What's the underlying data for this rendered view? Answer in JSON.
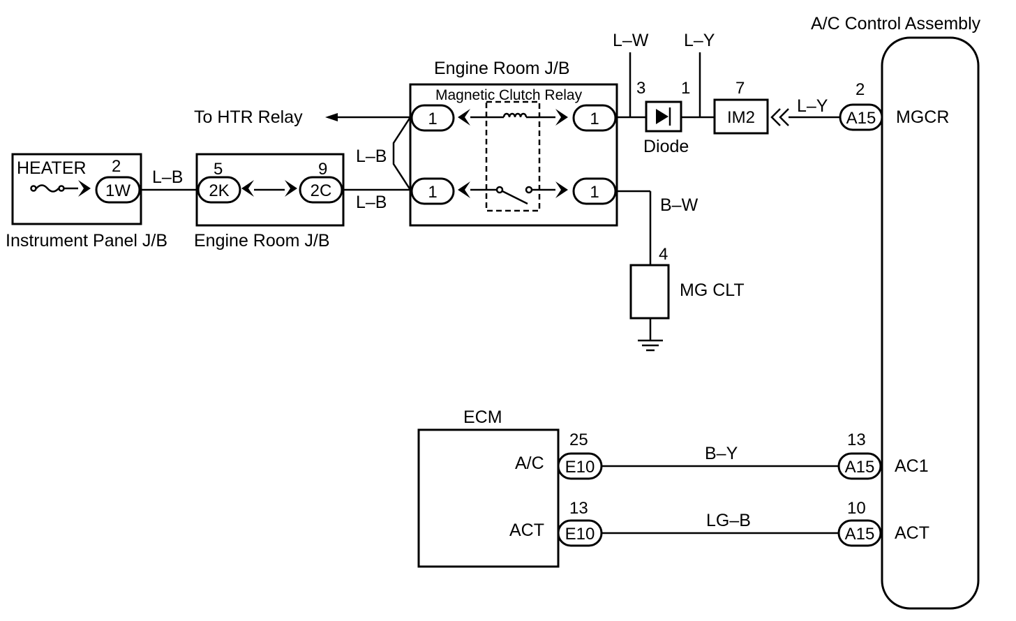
{
  "components": {
    "heater": {
      "name": "HEATER",
      "pin": "2",
      "connector": "1W"
    },
    "instrument_panel_jb": {
      "label": "Instrument Panel J/B"
    },
    "engine_room_jb_left": {
      "label": "Engine Room J/B",
      "pin_left": "5",
      "conn_left": "2K",
      "pin_right": "9",
      "conn_right": "2C"
    },
    "engine_room_jb_main": {
      "label": "Engine Room J/B",
      "relay_label": "Magnetic Clutch Relay",
      "conn_tl": "1",
      "conn_tr": "1",
      "conn_bl": "1",
      "conn_br": "1"
    },
    "to_htr_relay": "To HTR Relay",
    "diode": {
      "label": "Diode",
      "pin_left": "3",
      "pin_right": "1"
    },
    "im2": {
      "connector": "IM2",
      "pin": "7"
    },
    "mg_clt": {
      "label": "MG CLT",
      "pin": "4"
    },
    "ecm": {
      "label": "ECM",
      "ac": {
        "terminal": "A/C",
        "pin": "25",
        "connector": "E10"
      },
      "act": {
        "terminal": "ACT",
        "pin": "13",
        "connector": "E10"
      }
    },
    "ac_control": {
      "label": "A/C Control Assembly",
      "mgcr": {
        "terminal": "MGCR",
        "pin": "2",
        "connector": "A15"
      },
      "ac1": {
        "terminal": "AC1",
        "pin": "13",
        "connector": "A15"
      },
      "act": {
        "terminal": "ACT",
        "pin": "10",
        "connector": "A15"
      }
    }
  },
  "wires": {
    "heater_to_jb": "L–B",
    "jb_to_relay": "L–B",
    "relay_loop": "L–B",
    "diode_left": "L–W",
    "diode_right": "L–Y",
    "im2_to_ac": "L–Y",
    "relay_to_mgclt": "B–W",
    "ecm_ac1": "B–Y",
    "ecm_act": "LG–B"
  }
}
